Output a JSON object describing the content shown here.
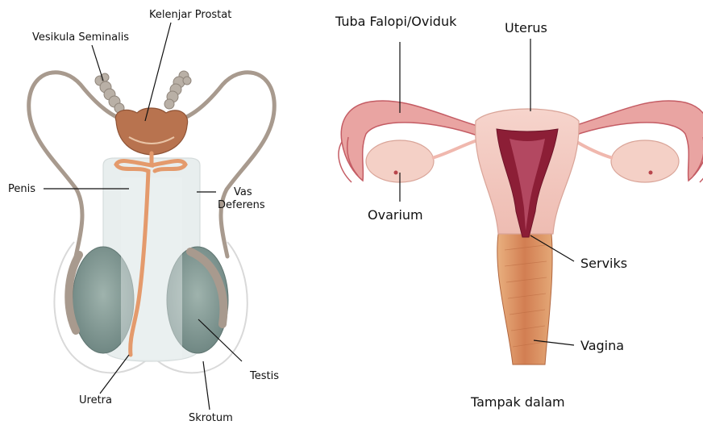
{
  "male": {
    "labels": {
      "prostate": "Kelenjar Prostat",
      "seminal_vesicle": "Vesikula Seminalis",
      "penis": "Penis",
      "vas_deferens_1": "Vas",
      "vas_deferens_2": "Deferens",
      "testis": "Testis",
      "urethra": "Uretra",
      "scrotum": "Skrotum"
    }
  },
  "female": {
    "labels": {
      "fallopian_tube": "Tuba Falopi/Oviduk",
      "uterus": "Uterus",
      "ovary": "Ovarium",
      "cervix": "Serviks",
      "vagina": "Vagina"
    },
    "caption": "Tampak dalam"
  },
  "colors": {
    "tube": "#a89a8e",
    "prostate": "#b8734f",
    "urethra": "#e49a6c",
    "testis": "#7e958f",
    "penis_shaft": "#e8eeee",
    "uterus_pink": "#f0c4bc",
    "uterus_dark": "#8c1e36",
    "vagina": "#d98a5c",
    "oviduct": "#d46a6e"
  }
}
